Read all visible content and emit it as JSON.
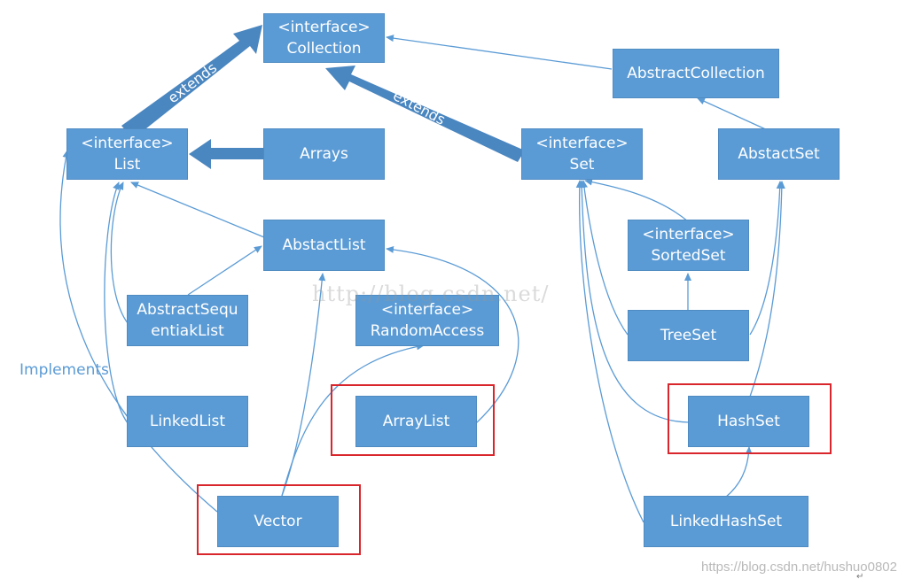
{
  "nodes": {
    "collection": {
      "line1": "<interface>",
      "line2": "Collection"
    },
    "abstract_collection": {
      "label": "AbstractCollection"
    },
    "list": {
      "line1": "<interface>",
      "line2": "List"
    },
    "arrays": {
      "label": "Arrays"
    },
    "set": {
      "line1": "<interface>",
      "line2": "Set"
    },
    "abstact_set": {
      "label": "AbstactSet"
    },
    "abstact_list": {
      "label": "AbstactList"
    },
    "sorted_set": {
      "line1": "<interface>",
      "line2": "SortedSet"
    },
    "abstract_sequential_list": {
      "line1": "AbstractSequ",
      "line2": "entiakList"
    },
    "random_access": {
      "line1": "<interface>",
      "line2": "RandomAccess"
    },
    "tree_set": {
      "label": "TreeSet"
    },
    "linked_list": {
      "label": "LinkedList"
    },
    "array_list": {
      "label": "ArrayList"
    },
    "hash_set": {
      "label": "HashSet"
    },
    "vector": {
      "label": "Vector"
    },
    "linked_hash_set": {
      "label": "LinkedHashSet"
    }
  },
  "labels": {
    "implements": "Implements",
    "extends_left": "extends",
    "extends_right": "extends"
  },
  "watermark": "http://blog.csdn.net/",
  "credit": "https://blog.csdn.net/hushuo0802",
  "colors": {
    "node_fill": "#5b9bd5",
    "highlight_border": "#d9262c",
    "arrow": "#5b9bd5"
  }
}
